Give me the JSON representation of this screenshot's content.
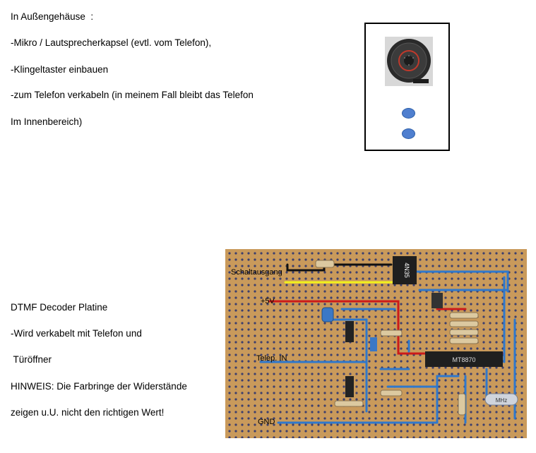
{
  "outdoor": {
    "lines": [
      "In Außengehäuse  :",
      "-Mikro / Lautsprecherkapsel (evtl. vom Telefon),",
      "-Klingeltaster einbauen",
      "-zum Telefon verkabeln (in meinem Fall bleibt das Telefon",
      "Im Innenbereich)"
    ]
  },
  "housing_figure": {
    "parts": [
      "speaker-capsule",
      "bell-button",
      "bell-button"
    ]
  },
  "dtmf": {
    "lines": [
      "DTMF Decoder Platine",
      "-Wird verkabelt mit Telefon und",
      " Türöffner",
      "HINWEIS: Die Farbringe der Widerstände",
      "zeigen u.U. nicht den richtigen Wert!"
    ]
  },
  "board": {
    "labels": {
      "output": "Schaltausgang",
      "power": "+5V",
      "tel_in": "Telep. IN",
      "gnd": "GND"
    },
    "optocoupler_text": "4N35",
    "decoder_ic_text": "MT8870",
    "crystal_text": "MHz",
    "colors": {
      "board": "#c99a5b",
      "hole": "#3d3f6e",
      "wire_blue": "#2f78cc",
      "wire_red": "#cc1a1a",
      "wire_yellow": "#f2f21c",
      "wire_black": "#111111"
    }
  }
}
